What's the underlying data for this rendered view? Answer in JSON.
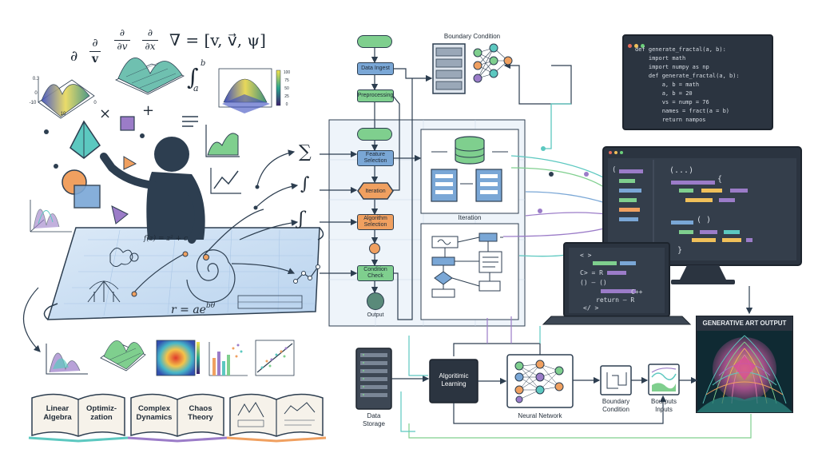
{
  "math": {
    "d1": "∂",
    "d2_num": "∂",
    "d2_den": "v",
    "d3_num": "∂",
    "d3_den": "∂v",
    "d4_num": "∂",
    "d4_den": "∂x",
    "nabla": "∇ = [v, v⃗, ψ]",
    "integral": "∫",
    "int_upper": "b",
    "int_lower": "a",
    "times": "×",
    "plus": "+",
    "fz": "f(z) = z² + c",
    "spiral": "r = ae",
    "spiral_exp": "bθ",
    "sym_sum": "∑",
    "sym_int": "∫",
    "sym_s": "ʃ"
  },
  "plot3d_ticks": {
    "z_top": "0.3",
    "z_mid": "0",
    "z_bot": "-10",
    "x_right": "0",
    "x_left": "10"
  },
  "colorbar_ticks": [
    "100",
    "75",
    "50",
    "25",
    "0"
  ],
  "flowchart": {
    "data_ingest": "Data Ingest",
    "preprocessing": "Preprocessing",
    "feature_selection": "Feature\nSelection",
    "iteration": "Iteration",
    "algorithm_selection": "Algorithm\nSelection",
    "condition_check": "Condition\nCheck",
    "output": "Output"
  },
  "server_label": "Boundary Condition",
  "iteration_label": "Iteration",
  "code_snippet": [
    "def generate_fractal(a, b):",
    "    import math",
    "    import numpy as np",
    "",
    "    def generate_fractal(a, b):",
    "        a, b = math",
    "        a, b = 20",
    "        vs = nump = 76",
    "        names = fract(a = b)",
    "        return nampos"
  ],
  "monitor_code": {
    "line1": "(",
    "line2": "(...)",
    "line3": "{",
    "line4": "( )",
    "line5": "}"
  },
  "laptop_code": {
    "l1": "< >",
    "l2": "C> = R",
    "l3": "() — ()",
    "l4": "C++",
    "l5": "return — R",
    "l6": "</ >"
  },
  "bottom_pipeline": {
    "data_storage": "Data\nStorage",
    "algorithmic_learning": "Algoritimic\nLearning",
    "neural_network": "Neural Network",
    "boundary_condition": "Boundary\nCondition",
    "outputs_inputs": "Bourputs\nInputs"
  },
  "generative_title": "GENERATIVE ART OUTPUT",
  "books": [
    {
      "left": "Linear\nAlgebra",
      "right": "Optimiz-\nzation"
    },
    {
      "left": "Complex\nDynamics",
      "right": "Chaos\nTheory"
    },
    {
      "left": "",
      "right": ""
    }
  ],
  "colors": {
    "ink": "#2d3e50",
    "green": "#7fcf8e",
    "blue": "#7aa7d6",
    "orange": "#f0a060",
    "purple": "#9b7cc8",
    "teal": "#5cc8c0",
    "dark": "#2b3440"
  }
}
